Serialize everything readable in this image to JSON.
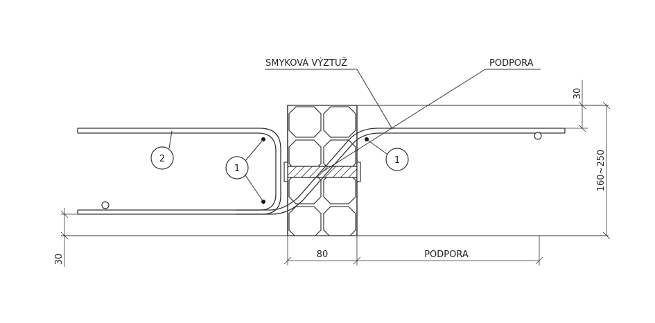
{
  "labels": {
    "smykova_vyztuz": "SMYKOVÁ VÝZTUŽ",
    "podpora_top": "PODPORA",
    "podpora_dim": "PODPORA"
  },
  "dimensions": {
    "dim_30_top": "30",
    "dim_30_bottom": "30",
    "dim_height": "160~250",
    "dim_80": "80"
  },
  "markers": {
    "marker_2": "2",
    "marker_1_left": "1",
    "marker_1_right": "1"
  }
}
